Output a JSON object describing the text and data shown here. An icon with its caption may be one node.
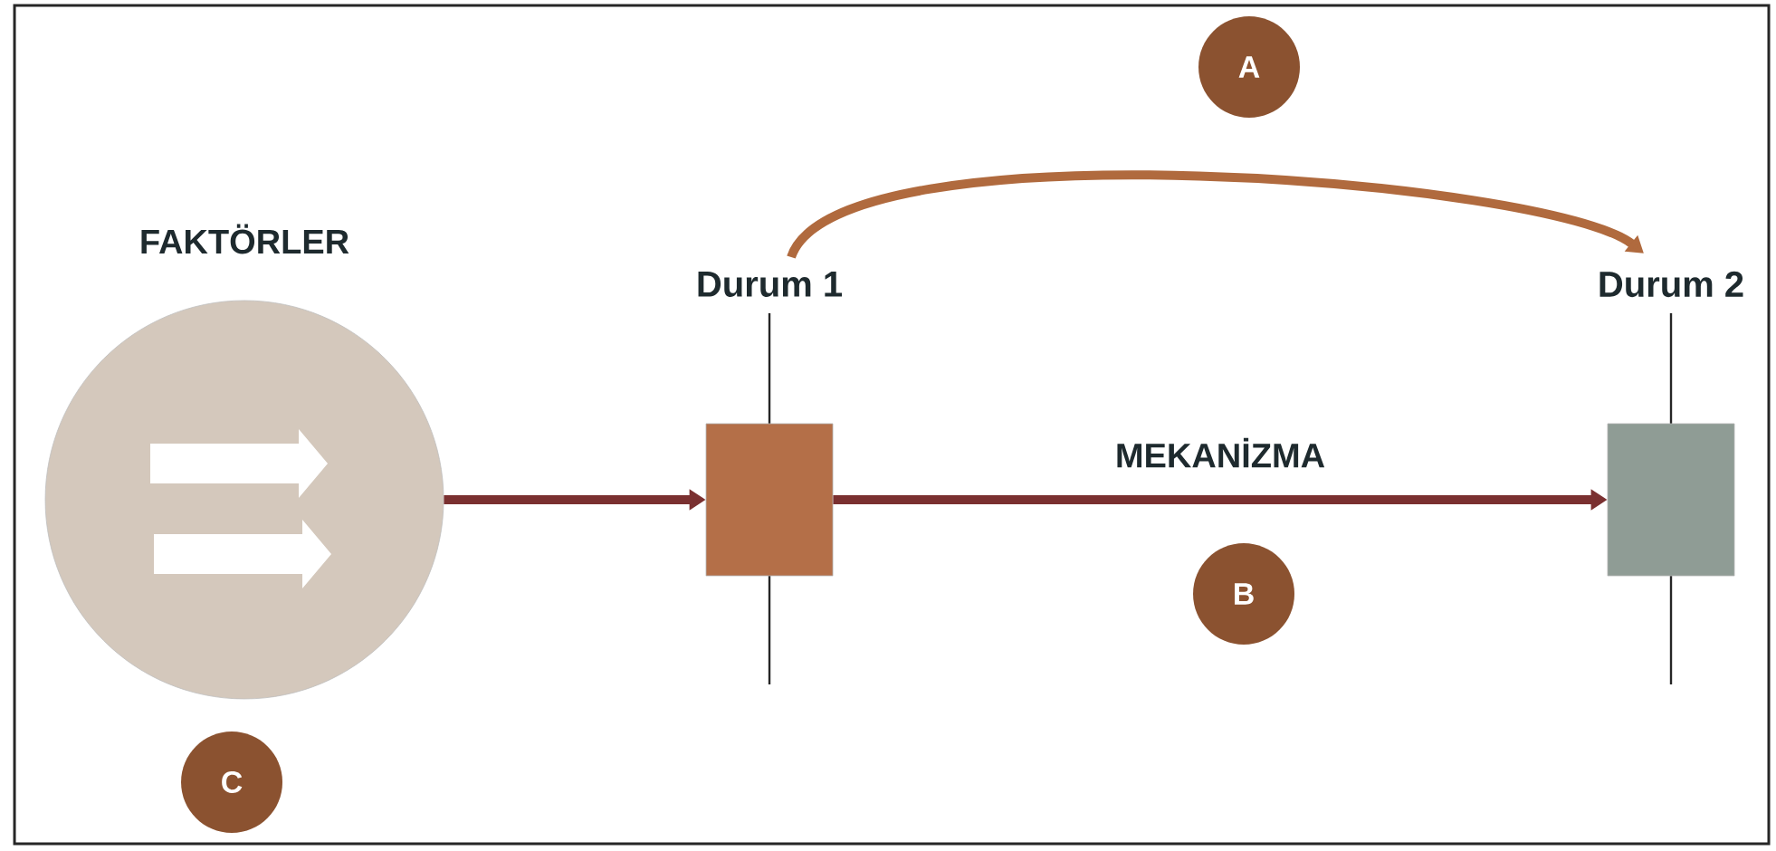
{
  "diagram": {
    "nodes": [
      {
        "text": [
          "FAKTÖRLER"
        ]
      },
      {
        "text": [
          "Durum 1"
        ]
      },
      {
        "text": [
          "Durum 2"
        ]
      },
      {
        "text": [
          "A"
        ]
      },
      {
        "text": [
          "B"
        ]
      },
      {
        "text": [
          "C"
        ]
      }
    ],
    "edges": [
      {
        "from": 0,
        "to": 1,
        "arrow": "to"
      },
      {
        "from": 1,
        "to": 2,
        "arrow": "to",
        "label": "MEKANİZMA"
      },
      {
        "from": 1,
        "to": 2,
        "arrow": "to",
        "color": "#b06a3e"
      }
    ]
  }
}
